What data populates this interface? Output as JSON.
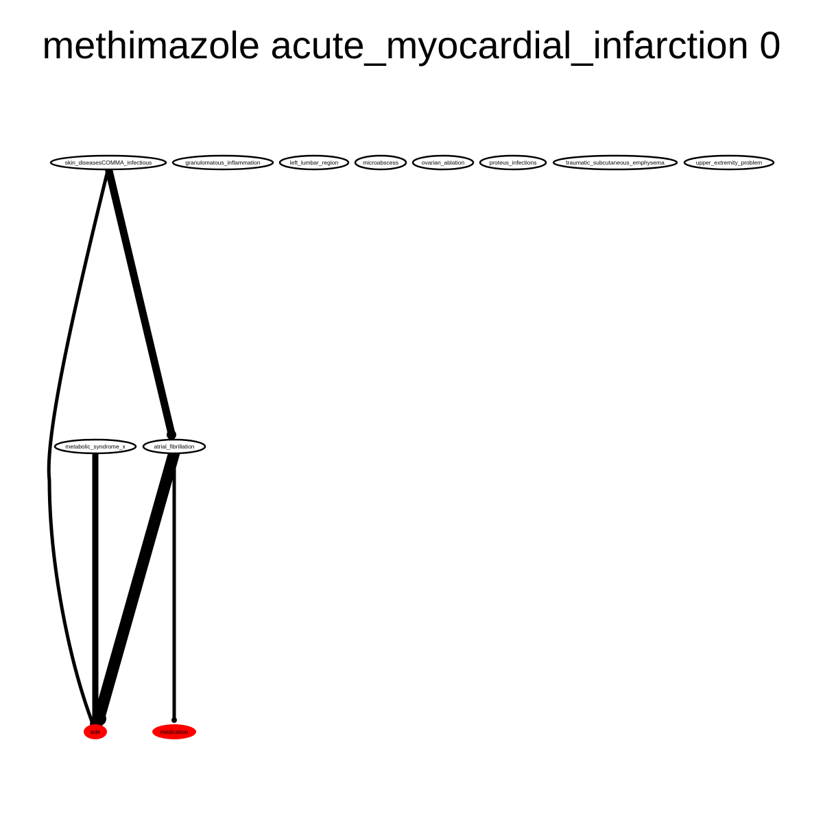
{
  "title": "methimazole acute_myocardial_infarction 0",
  "colors": {
    "node_fill": "#ffffff",
    "node_stroke": "#000000",
    "highlight_fill": "#ff0000",
    "edge": "#000000"
  },
  "nodes": [
    {
      "id": "skin",
      "label": "skin_diseasesCOMMA_infectious",
      "highlight": false
    },
    {
      "id": "gran",
      "label": "granulomatous_inflammation",
      "highlight": false
    },
    {
      "id": "lumbar",
      "label": "left_lumbar_region",
      "highlight": false
    },
    {
      "id": "micro",
      "label": "microabscess",
      "highlight": false
    },
    {
      "id": "ovarian",
      "label": "ovarian_ablation",
      "highlight": false
    },
    {
      "id": "proteus",
      "label": "proteus_infections",
      "highlight": false
    },
    {
      "id": "traumatic",
      "label": "traumatic_subcutaneous_emphysema",
      "highlight": false
    },
    {
      "id": "upper",
      "label": "upper_extremity_problem",
      "highlight": false
    },
    {
      "id": "metabolic",
      "label": "metabolic_syndrome_x",
      "highlight": false
    },
    {
      "id": "afib",
      "label": "atrial_fibrillation",
      "highlight": false
    },
    {
      "id": "ade",
      "label": "ade",
      "highlight": true
    },
    {
      "id": "medication",
      "label": "medication",
      "highlight": true
    }
  ],
  "edges": [
    {
      "source": "skin",
      "target": "ade",
      "curved": true
    },
    {
      "source": "skin",
      "target": "afib",
      "curved": false
    },
    {
      "source": "metabolic",
      "target": "ade",
      "curved": false
    },
    {
      "source": "afib",
      "target": "ade",
      "curved": false
    },
    {
      "source": "afib",
      "target": "medication",
      "curved": false
    }
  ]
}
